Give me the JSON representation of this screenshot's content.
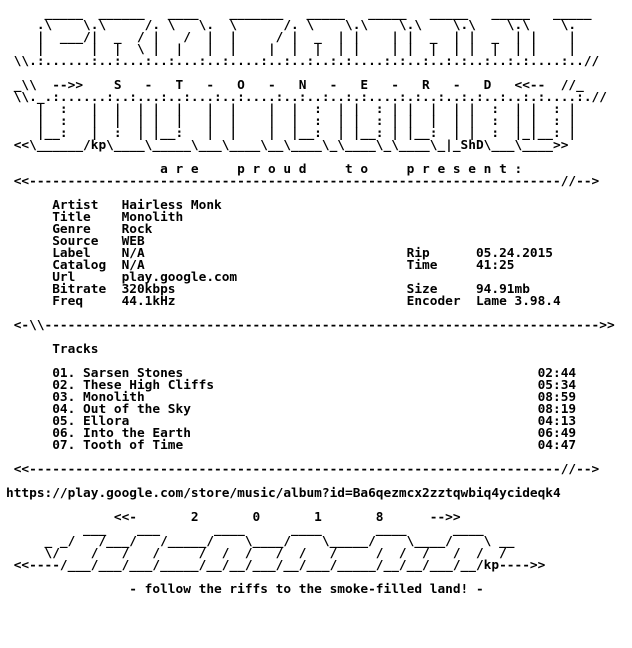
{
  "header_art": [
    "     _____  ______   ____    _______   _____   _____   _____   _____   _____",
    "    .\\    \\.\\     /. \\   \\.  \\      /. \\    \\.\\    \\.\\    \\.\\    \\.\\    \\.",
    "    |  ___/|  _  / |   /  |  |     / |  _  | |    | |  _  | |  _  | |    |",
    "    |      |  |  \\ |  |   |  |    |  |  |  | |    | |  |  | |  |  | |    |",
    " \\\\.:......:..:...:..:...:..:....:..:..:..:.:....:.:..:..:.:..:..:.:....:..//",
    "",
    " _\\\\  -->>    S   -   T   -   O   -   N   -   E   -   R   -   D   <<--  //_",
    " \\\\._.:......:..:...:..:...:..:....:..:..:..:.:....:.:..:..:.:..:..:.:....:.//",
    "    |  :   |  |  | |  |   |  |    |  |  :  | |  : | |  |  | |  :  | |  : |",
    "    |  :   |  |  | |  |   |  |    |  |  :  | |  : | |  |  | |  :  | |  : |",
    "    |__:   |  :  | |__:   |  |    |  |__:  | |__: | |__:  | |  :  |_|__: |",
    " <<\\______/kp\\____\\_____\\___\\____\\__\\____\\_\\____\\_\\____\\_|_ShD\\___\\____>>",
    ""
  ],
  "present_line": "                    a r e     p r o u d     t o     p r e s e n t :",
  "divider_top": " <<---------------------------------------------------------------------//-->",
  "blank": "",
  "info_left": [
    {
      "key": "Artist",
      "value": "Hairless Monk"
    },
    {
      "key": "Title",
      "value": "Monolith"
    },
    {
      "key": "Genre",
      "value": "Rock"
    },
    {
      "key": "Source",
      "value": "WEB"
    },
    {
      "key": "Label",
      "value": "N/A"
    },
    {
      "key": "Catalog",
      "value": "N/A"
    },
    {
      "key": "Url",
      "value": "play.google.com"
    },
    {
      "key": "Bitrate",
      "value": "320kbps"
    },
    {
      "key": "Freq",
      "value": "44.1kHz"
    }
  ],
  "info_right": [
    {
      "key": "Rip",
      "value": "05.24.2015"
    },
    {
      "key": "Time",
      "value": "41:25"
    },
    {
      "key": "Size",
      "value": "94.91mb"
    },
    {
      "key": "Encoder",
      "value": "Lame 3.98.4"
    }
  ],
  "divider_mid": " <-\\\\------------------------------------------------------------------------>>",
  "tracks_heading": "Tracks",
  "tracks": [
    {
      "title": "01. Sarsen Stones",
      "time": "02:44"
    },
    {
      "title": "02. These High Cliffs",
      "time": "05:34"
    },
    {
      "title": "03. Monolith",
      "time": "08:59"
    },
    {
      "title": "04. Out of the Sky",
      "time": "08:19"
    },
    {
      "title": "05. Ellora",
      "time": "04:13"
    },
    {
      "title": "06. Into the Earth",
      "time": "06:49"
    },
    {
      "title": "07. Tooth of Time",
      "time": "04:47"
    }
  ],
  "divider_bottom": " <<---------------------------------------------------------------------//-->",
  "url_line": "https://play.google.com/store/music/album?id=Ba6qezmcx2zztqwbiq4ycideqk4",
  "footer_art": [
    "",
    "              <<-       2       0       1       8      -->>",
    "          ___    ___       ____      ____       ____      ____",
    "     _ _/   /___/   /_____/    \\____/    \\_____/    \\____/    \\ __",
    "     \\/    /   /   /     /  /  /   /  /   /     /  /  /   /  /  /",
    " <<----/___/___/___/_____/__/__/___/__/___/_____/__/__/___/__/kp---->>",
    "",
    "                - follow the riffs to the smoke-filled land! -"
  ]
}
